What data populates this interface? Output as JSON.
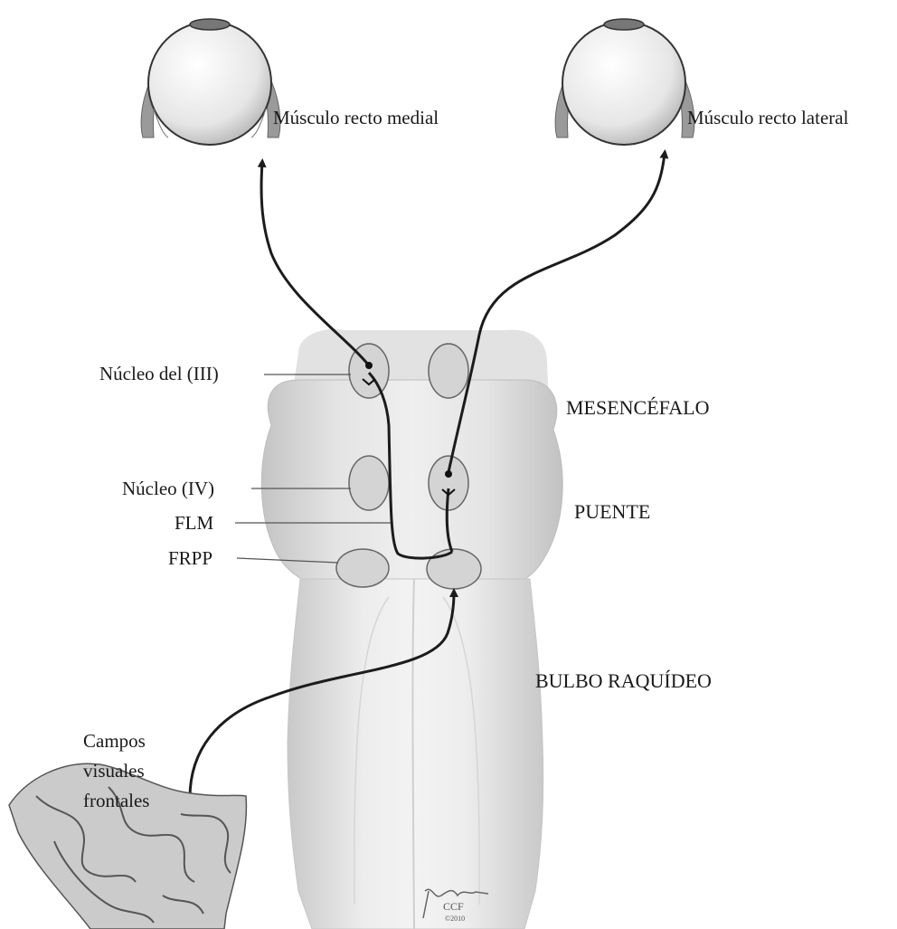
{
  "labels": {
    "medial_muscle": "Músculo recto medial",
    "lateral_muscle": "Músculo recto lateral",
    "nucleus_iii": "Núcleo del (III)",
    "nucleus_iv": "Núcleo (IV)",
    "flm": "FLM",
    "frpp": "FRPP",
    "midbrain": "MESENCÉFALO",
    "pons": "PUENTE",
    "medulla": "BULBO RAQUÍDEO",
    "fef_line1": "Campos",
    "fef_line2": "visuales",
    "fef_line3": "frontales"
  },
  "signature": {
    "mark": "CCF",
    "year": "©2010"
  },
  "colors": {
    "brainstem_fill": "#dedede",
    "brainstem_shade": "#bdbdbd",
    "nucleus_fill": "#d2d2d2",
    "pathway": "#1c1c1c",
    "cortex_fill": "#c8c8c8"
  }
}
